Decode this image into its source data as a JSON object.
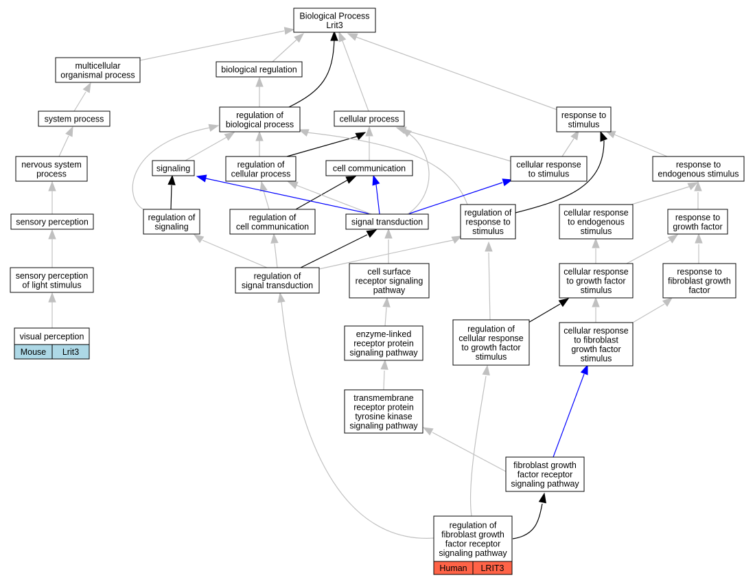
{
  "diagram": {
    "colors": {
      "gray_edge": "#c0c0c0",
      "black_edge": "#000000",
      "blue_edge": "#0000ff",
      "mouse_tag": "#add8e6",
      "human_tag": "#ff6347"
    },
    "nodes": {
      "bp": {
        "label": [
          "Biological Process",
          "Lrit3"
        ]
      },
      "mop": {
        "label": [
          "multicellular",
          "organismal process"
        ]
      },
      "breg": {
        "label": [
          "biological regulation"
        ]
      },
      "sysp": {
        "label": [
          "system process"
        ]
      },
      "rbp": {
        "label": [
          "regulation of",
          "biological process"
        ]
      },
      "cp": {
        "label": [
          "cellular process"
        ]
      },
      "rts": {
        "label": [
          "response to",
          "stimulus"
        ]
      },
      "nsp": {
        "label": [
          "nervous system",
          "process"
        ]
      },
      "sig": {
        "label": [
          "signaling"
        ]
      },
      "rcp": {
        "label": [
          "regulation of",
          "cellular process"
        ]
      },
      "cc": {
        "label": [
          "cell communication"
        ]
      },
      "crs": {
        "label": [
          "cellular response",
          "to stimulus"
        ]
      },
      "res": {
        "label": [
          "response to",
          "endogenous stimulus"
        ]
      },
      "sp": {
        "label": [
          "sensory perception"
        ]
      },
      "rsig": {
        "label": [
          "regulation of",
          "signaling"
        ]
      },
      "rcc": {
        "label": [
          "regulation of",
          "cell communication"
        ]
      },
      "st": {
        "label": [
          "signal transduction"
        ]
      },
      "rrs": {
        "label": [
          "regulation of",
          "response to",
          "stimulus"
        ]
      },
      "cres": {
        "label": [
          "cellular response",
          "to endogenous",
          "stimulus"
        ]
      },
      "rgf": {
        "label": [
          "response to",
          "growth factor"
        ]
      },
      "spls": {
        "label": [
          "sensory perception",
          "of light stimulus"
        ]
      },
      "rst": {
        "label": [
          "regulation of",
          "signal transduction"
        ]
      },
      "csrs": {
        "label": [
          "cell surface",
          "receptor signaling",
          "pathway"
        ]
      },
      "crgf": {
        "label": [
          "cellular response",
          "to growth factor",
          "stimulus"
        ]
      },
      "rfgf": {
        "label": [
          "response to",
          "fibroblast growth",
          "factor"
        ]
      },
      "vp": {
        "label": [
          "visual perception"
        ]
      },
      "elrp": {
        "label": [
          "enzyme-linked",
          "receptor protein",
          "signaling pathway"
        ]
      },
      "rcrg": {
        "label": [
          "regulation of",
          "cellular response",
          "to growth factor",
          "stimulus"
        ]
      },
      "crfg": {
        "label": [
          "cellular response",
          "to fibroblast",
          "growth factor",
          "stimulus"
        ]
      },
      "tmrk": {
        "label": [
          "transmembrane",
          "receptor protein",
          "tyrosine kinase",
          "signaling pathway"
        ]
      },
      "fgfr": {
        "label": [
          "fibroblast growth",
          "factor receptor",
          "signaling pathway"
        ]
      },
      "rfgr": {
        "label": [
          "regulation of",
          "fibroblast growth",
          "factor receptor",
          "signaling pathway"
        ]
      }
    },
    "tags": {
      "vp": {
        "species": "Mouse",
        "gene": "Lrit3",
        "color": "#add8e6"
      },
      "rfgr": {
        "species": "Human",
        "gene": "LRIT3",
        "color": "#ff6347"
      }
    }
  }
}
